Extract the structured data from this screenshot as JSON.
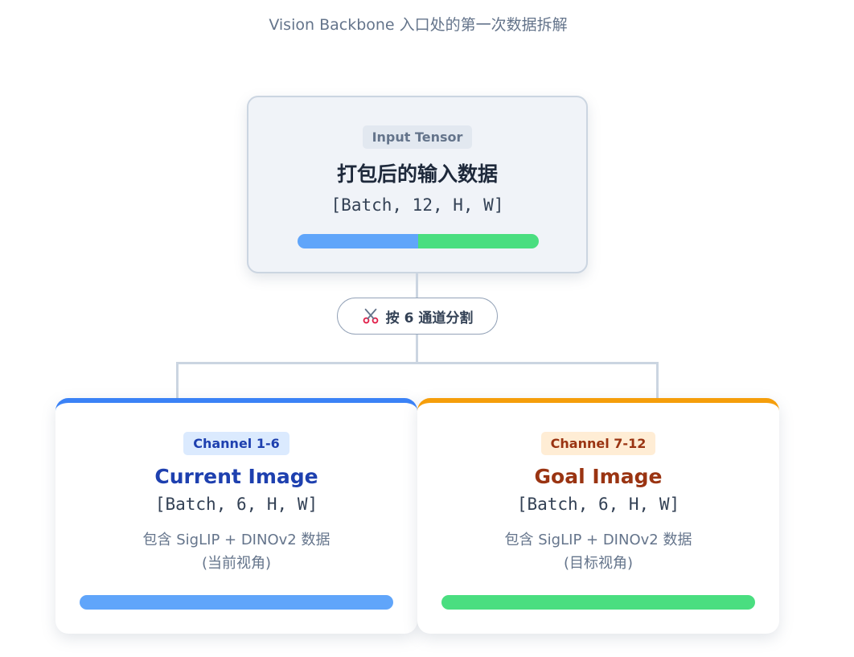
{
  "title": "Vision Backbone 入口处的第一次数据拆解",
  "input": {
    "tag": "Input Tensor",
    "name": "打包后的输入数据",
    "shape": "[Batch, 12, H, W]"
  },
  "split": {
    "icon": "scissors-icon",
    "label": "按 6 通道分割"
  },
  "outputs": [
    {
      "tag": "Channel 1-6",
      "name": "Current Image",
      "shape": "[Batch, 6, H, W]",
      "desc_line1": "包含 SigLIP + DINOv2 数据",
      "desc_line2": "(当前视角)"
    },
    {
      "tag": "Channel 7-12",
      "name": "Goal Image",
      "shape": "[Batch, 6, H, W]",
      "desc_line1": "包含 SigLIP + DINOv2 数据",
      "desc_line2": "(目标视角)"
    }
  ],
  "colors": {
    "blue_accent": "#3b82f6",
    "blue_bar": "#60a5fa",
    "blue_text": "#1e40af",
    "blue_tag_bg": "#dbeafe",
    "orange_accent": "#f59e0b",
    "orange_text": "#9a3412",
    "orange_tag_bg": "#ffedd5",
    "green_bar": "#4ade80",
    "connector": "#cbd5e1"
  }
}
